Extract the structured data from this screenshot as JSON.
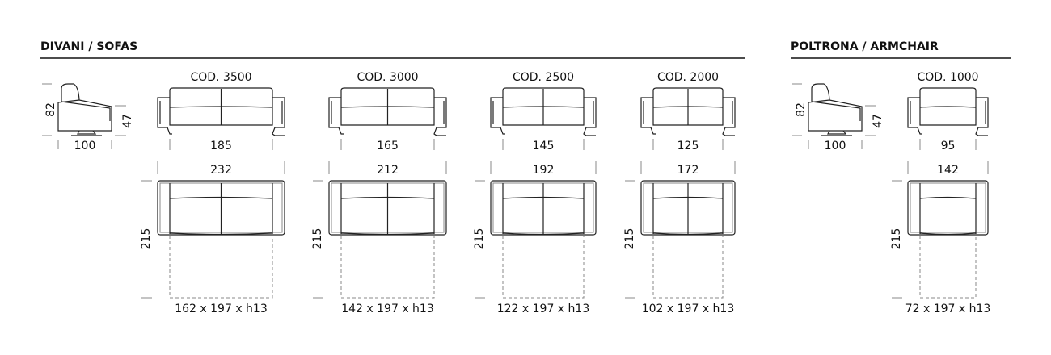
{
  "sections": [
    {
      "title": "DIVANI / SOFAS"
    },
    {
      "title": "POLTRONA / ARMCHAIR"
    }
  ],
  "side_views": [
    {
      "height": "82",
      "seat_height": "47",
      "depth": "100"
    },
    {
      "height": "82",
      "seat_height": "47",
      "depth": "100"
    }
  ],
  "models": [
    {
      "code": "COD. 3500",
      "front_width": "185",
      "total_width": "232",
      "open_depth": "215",
      "bed": "162 x 197 x h13"
    },
    {
      "code": "COD. 3000",
      "front_width": "165",
      "total_width": "212",
      "open_depth": "215",
      "bed": "142 x 197 x h13"
    },
    {
      "code": "COD. 2500",
      "front_width": "145",
      "total_width": "192",
      "open_depth": "215",
      "bed": "122 x 197 x h13"
    },
    {
      "code": "COD. 2000",
      "front_width": "125",
      "total_width": "172",
      "open_depth": "215",
      "bed": "102 x 197 x h13"
    },
    {
      "code": "COD. 1000",
      "front_width": "95",
      "total_width": "142",
      "open_depth": "215",
      "bed": "72 x 197 x h13"
    }
  ]
}
